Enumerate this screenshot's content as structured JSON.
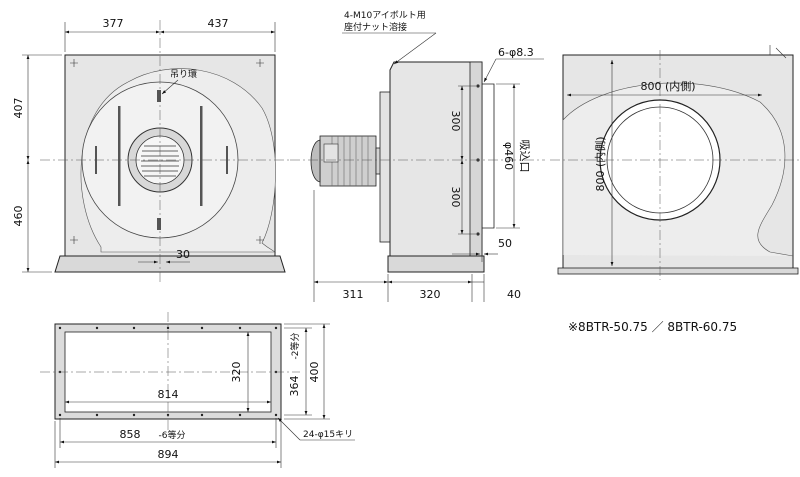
{
  "front": {
    "width_left": "377",
    "width_right": "437",
    "height_upper": "407",
    "height_lower": "460",
    "lifting_eye": "吊り環",
    "base_offset": "30"
  },
  "side": {
    "eyebolt_line1": "4-M10アイボルト用",
    "eyebolt_line2": "座付ナット溶接",
    "holes": "6-φ8.3",
    "pitch_upper": "300",
    "pitch_lower": "300",
    "inlet_dia": "φ460",
    "inlet_label": "吸込口",
    "flange": "50",
    "motor_overhang": "311",
    "depth": "320",
    "base_depth": "40"
  },
  "rear": {
    "inner_width": "800 (内側)",
    "inner_height": "800 (内側)"
  },
  "base": {
    "inner_length": "814",
    "inner_width": "320",
    "bolt_pitch_length": "858",
    "bolt_pitch_length_note": "-6等分",
    "bolt_pitch_width": "364",
    "bolt_pitch_width_note": "-2等分",
    "outer_length": "894",
    "outer_width": "400",
    "holes": "24-φ15キリ"
  },
  "models": "※8BTR-50.75 ／ 8BTR-60.75"
}
